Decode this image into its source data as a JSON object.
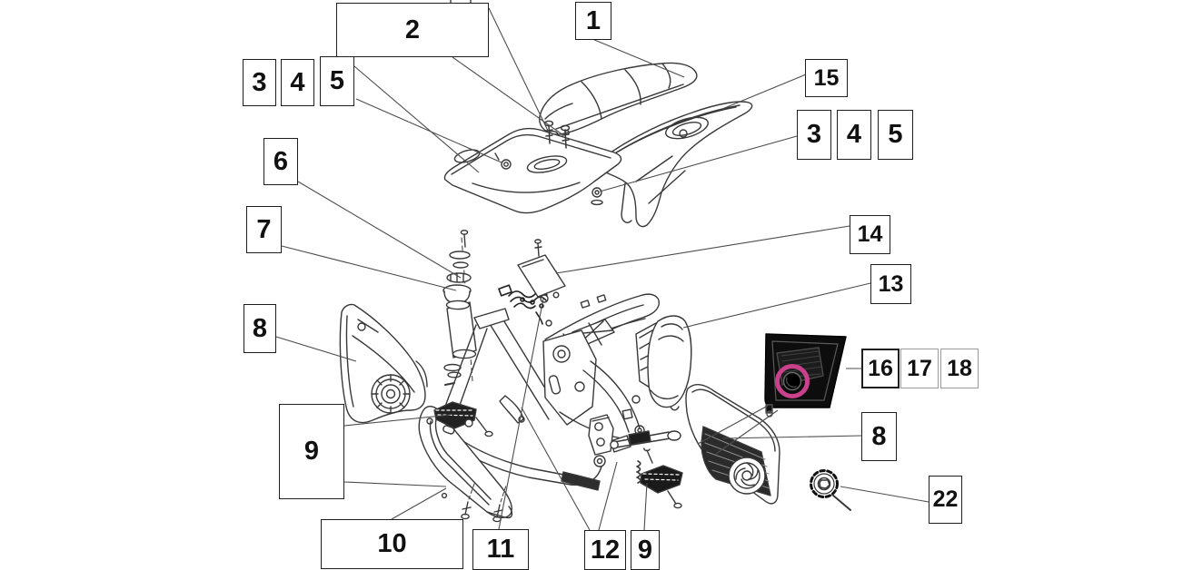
{
  "diagram": {
    "type": "exploded-parts-diagram",
    "colors": {
      "background": "#ffffff",
      "line": "#333333",
      "leader": "#555555",
      "panel_black": "#0d0d0d",
      "highlight_ring": "#c9418c",
      "gray_border": "#9a9a9a"
    },
    "parts": [
      "seat",
      "fuel-tank-cover",
      "rear-fender",
      "mounting-screws",
      "fuel-cap-stack",
      "wiring-harness",
      "frame",
      "subframe",
      "air-intake-boot",
      "left-side-panel",
      "right-side-panel",
      "side-stand-plate",
      "footpeg-left",
      "footpeg-right",
      "footpeg-bracket",
      "kickstart-lever",
      "black-panel-inset",
      "highlight-ring",
      "spline-washer"
    ],
    "callouts": {
      "c1": "1",
      "c2": "2",
      "c3_left": "3",
      "c4_left": "4",
      "c5_left": "5",
      "c15": "15",
      "c3_right": "3",
      "c4_right": "4",
      "c5_right": "5",
      "c6": "6",
      "c7": "7",
      "c8_left": "8",
      "c14": "14",
      "c13": "13",
      "c16": "16",
      "c17": "17",
      "c18": "18",
      "c9_left": "9",
      "c8_right": "8",
      "c22": "22",
      "c10": "10",
      "c11": "11",
      "c12": "12",
      "c9_bottom": "9"
    }
  }
}
